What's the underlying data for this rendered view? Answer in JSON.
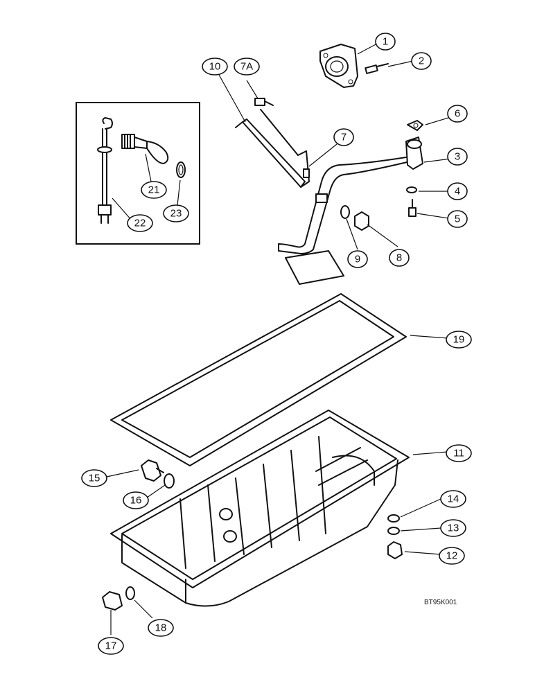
{
  "callouts": [
    {
      "id": "c1",
      "label": "1"
    },
    {
      "id": "c2",
      "label": "2"
    },
    {
      "id": "c3",
      "label": "3"
    },
    {
      "id": "c4",
      "label": "4"
    },
    {
      "id": "c5",
      "label": "5"
    },
    {
      "id": "c6",
      "label": "6"
    },
    {
      "id": "c7",
      "label": "7"
    },
    {
      "id": "c7a",
      "label": "7A"
    },
    {
      "id": "c8",
      "label": "8"
    },
    {
      "id": "c9",
      "label": "9"
    },
    {
      "id": "c10",
      "label": "10"
    },
    {
      "id": "c11",
      "label": "11"
    },
    {
      "id": "c12",
      "label": "12"
    },
    {
      "id": "c13",
      "label": "13"
    },
    {
      "id": "c14",
      "label": "14"
    },
    {
      "id": "c15",
      "label": "15"
    },
    {
      "id": "c16",
      "label": "16"
    },
    {
      "id": "c17",
      "label": "17"
    },
    {
      "id": "c18",
      "label": "18"
    },
    {
      "id": "c19",
      "label": "19"
    },
    {
      "id": "c21",
      "label": "21"
    },
    {
      "id": "c22",
      "label": "22"
    },
    {
      "id": "c23",
      "label": "23"
    }
  ],
  "reference_code": "BT95K001"
}
